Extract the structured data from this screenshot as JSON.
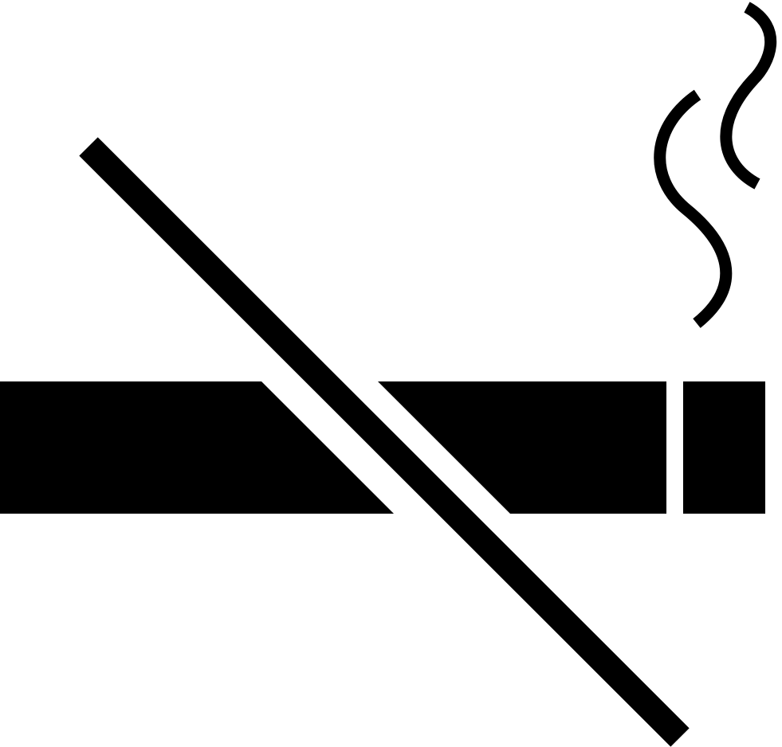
{
  "icon": {
    "name": "no-smoking-icon",
    "foreground": "#000000",
    "background": "#ffffff",
    "parts": [
      "cigarette-body",
      "cigarette-filter",
      "smoke-wisps",
      "prohibition-slash"
    ]
  }
}
